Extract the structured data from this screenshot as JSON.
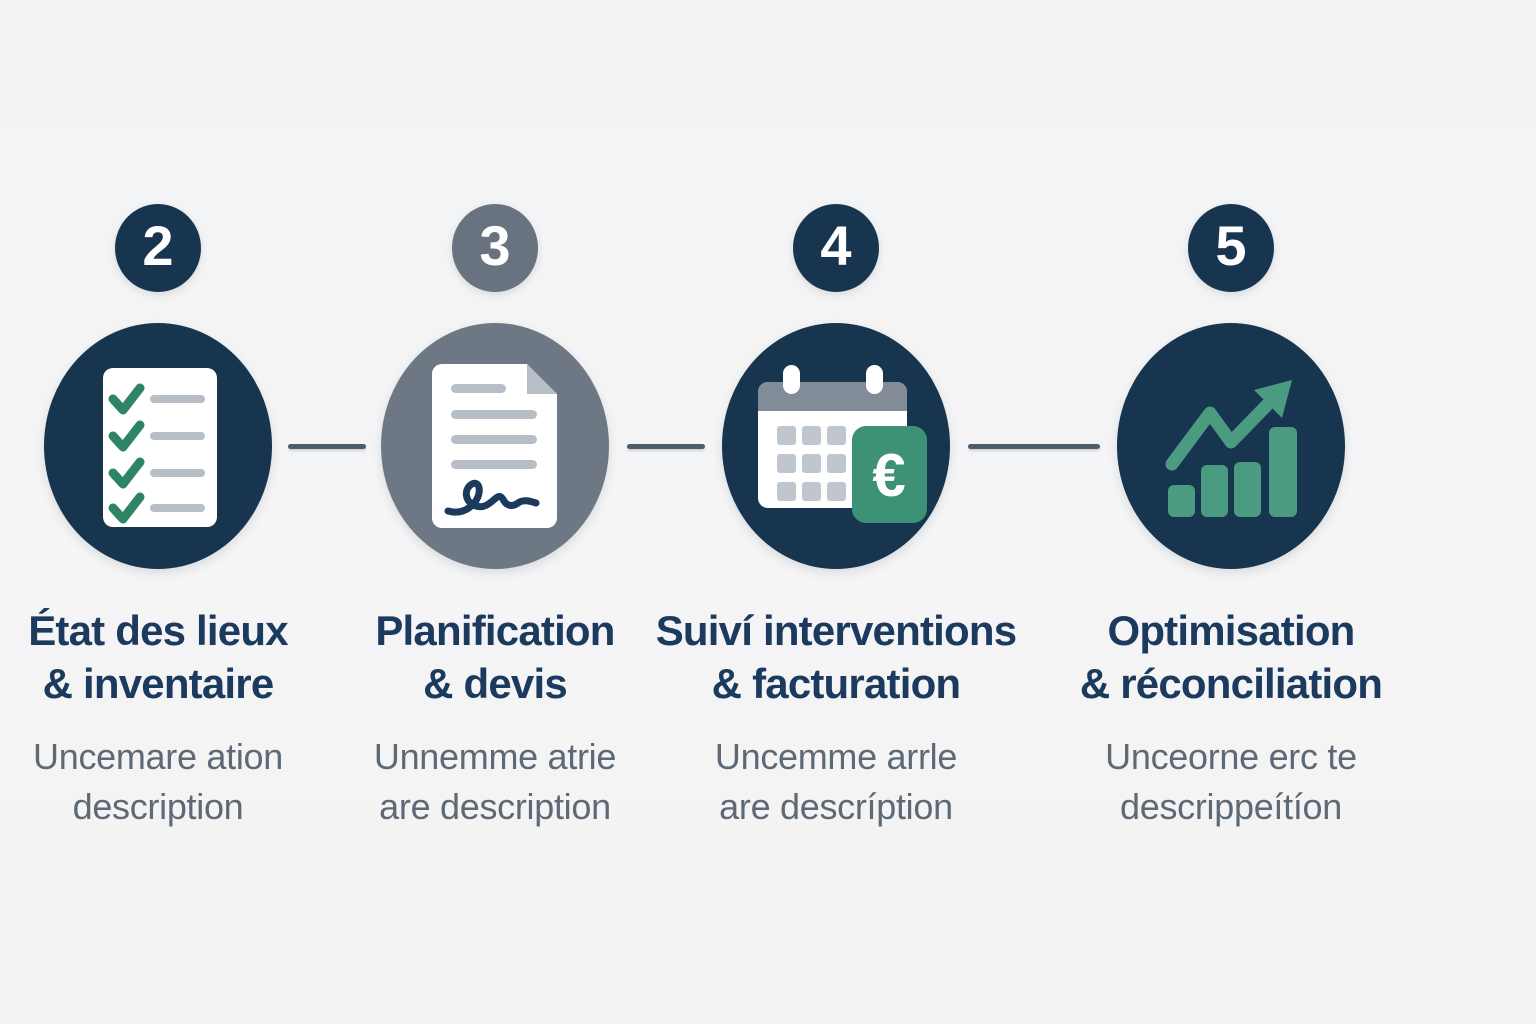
{
  "colors": {
    "background": "#f4f4f5",
    "navy": "#18354f",
    "gray_badge": "#68737f",
    "gray_circle": "#6e7884",
    "title_navy": "#1b3a5e",
    "desc_gray": "#5d6975",
    "connector_gray": "#4f5d6b",
    "check_green": "#2e8565",
    "euro_green": "#3d9174",
    "chart_green": "#4a9b80",
    "paper_line_gray": "#b7bec6",
    "calendar_header_gray": "#828c98",
    "calendar_cell_gray": "#c0c6cd",
    "white": "#ffffff"
  },
  "steps": [
    {
      "number": "2",
      "badge_color": "#18354f",
      "circle_color": "#18354f",
      "icon": "checklist-icon",
      "title_line1": "État des lieux",
      "title_line2": "& inventaire",
      "desc_line1": "Uncemare ation",
      "desc_line2": "description"
    },
    {
      "number": "3",
      "badge_color": "#68737f",
      "circle_color": "#6e7884",
      "icon": "document-signature-icon",
      "title_line1": "Planification",
      "title_line2": "& devis",
      "desc_line1": "Unnemme atrie",
      "desc_line2": "are description"
    },
    {
      "number": "4",
      "badge_color": "#18354f",
      "circle_color": "#18354f",
      "icon": "calendar-euro-icon",
      "euro_symbol": "€",
      "title_line1": "Suiví interventions",
      "title_line2": "& facturation",
      "desc_line1": "Uncemme arrle",
      "desc_line2": "are descríption"
    },
    {
      "number": "5",
      "badge_color": "#18354f",
      "circle_color": "#18354f",
      "icon": "growth-chart-icon",
      "title_line1": "Optimisation",
      "title_line2": "& réconciliation",
      "desc_line1": "Unceorne erc te",
      "desc_line2": "descrippeítíon"
    }
  ]
}
